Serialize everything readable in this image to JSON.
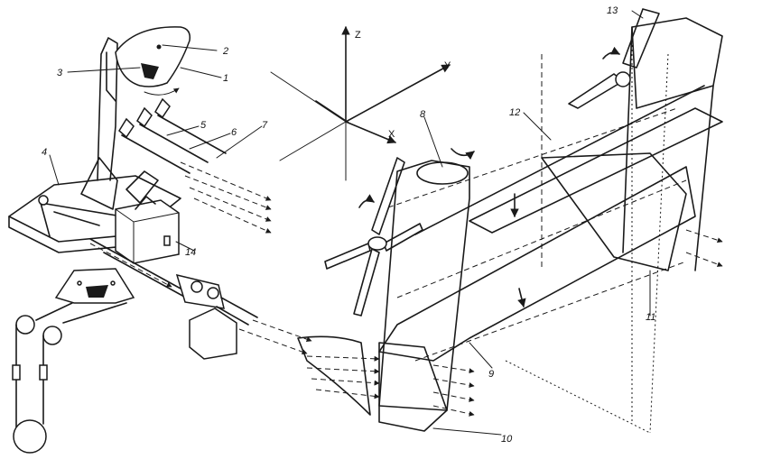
{
  "axes": {
    "z": "Z",
    "y": "Y",
    "x": "X"
  },
  "labels": {
    "l1": "1",
    "l2": "2",
    "l3": "3",
    "l4": "4",
    "l5": "5",
    "l6": "6",
    "l7": "7",
    "l8": "8",
    "l9": "9",
    "l10": "10",
    "l11": "11",
    "l12": "12",
    "l13": "13",
    "l14": "14"
  }
}
